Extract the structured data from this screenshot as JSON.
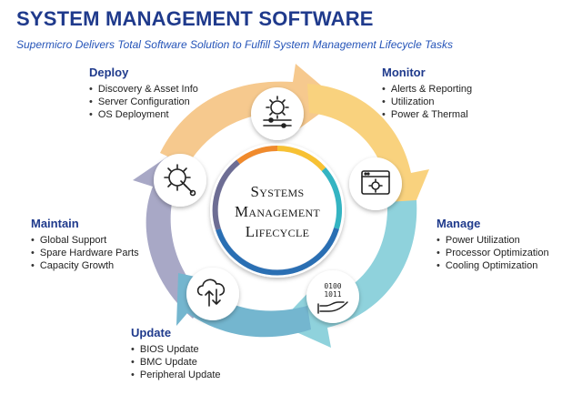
{
  "header": {
    "title": "SYSTEM MANAGEMENT SOFTWARE",
    "subtitle": "Supermicro Delivers Total Software Solution to Fulfill System Management Lifecycle Tasks"
  },
  "center": {
    "line1": "Systems",
    "line2": "Management",
    "line3": "Lifecycle"
  },
  "sections": {
    "deploy": {
      "title": "Deploy",
      "items": [
        "Discovery & Asset Info",
        "Server Configuration",
        "OS Deployment"
      ]
    },
    "monitor": {
      "title": "Monitor",
      "items": [
        "Alerts & Reporting",
        "Utilization",
        "Power & Thermal"
      ]
    },
    "manage": {
      "title": "Manage",
      "items": [
        "Power Utilization",
        "Processor Optimization",
        "Cooling Optimization"
      ]
    },
    "update": {
      "title": "Update",
      "items": [
        "BIOS Update",
        "BMC Update",
        "Peripheral Update"
      ]
    },
    "maintain": {
      "title": "Maintain",
      "items": [
        "Global Support",
        "Spare Hardware Parts",
        "Capacity Growth"
      ]
    }
  },
  "colors": {
    "deploy_arrow": "#f6c98e",
    "monitor_arrow": "#f9d27e",
    "manage_arrow": "#8fd2dc",
    "update_arrow": "#74b6cf",
    "maintain_arrow": "#a8a8c6",
    "title": "#1f3a8c",
    "subtitle": "#2554b8"
  },
  "icons": {
    "deploy": "gear-sliders-icon",
    "monitor": "browser-gear-icon",
    "manage": "hand-binary-icon",
    "update": "cloud-update-icon",
    "maintain": "gear-wrench-icon"
  }
}
